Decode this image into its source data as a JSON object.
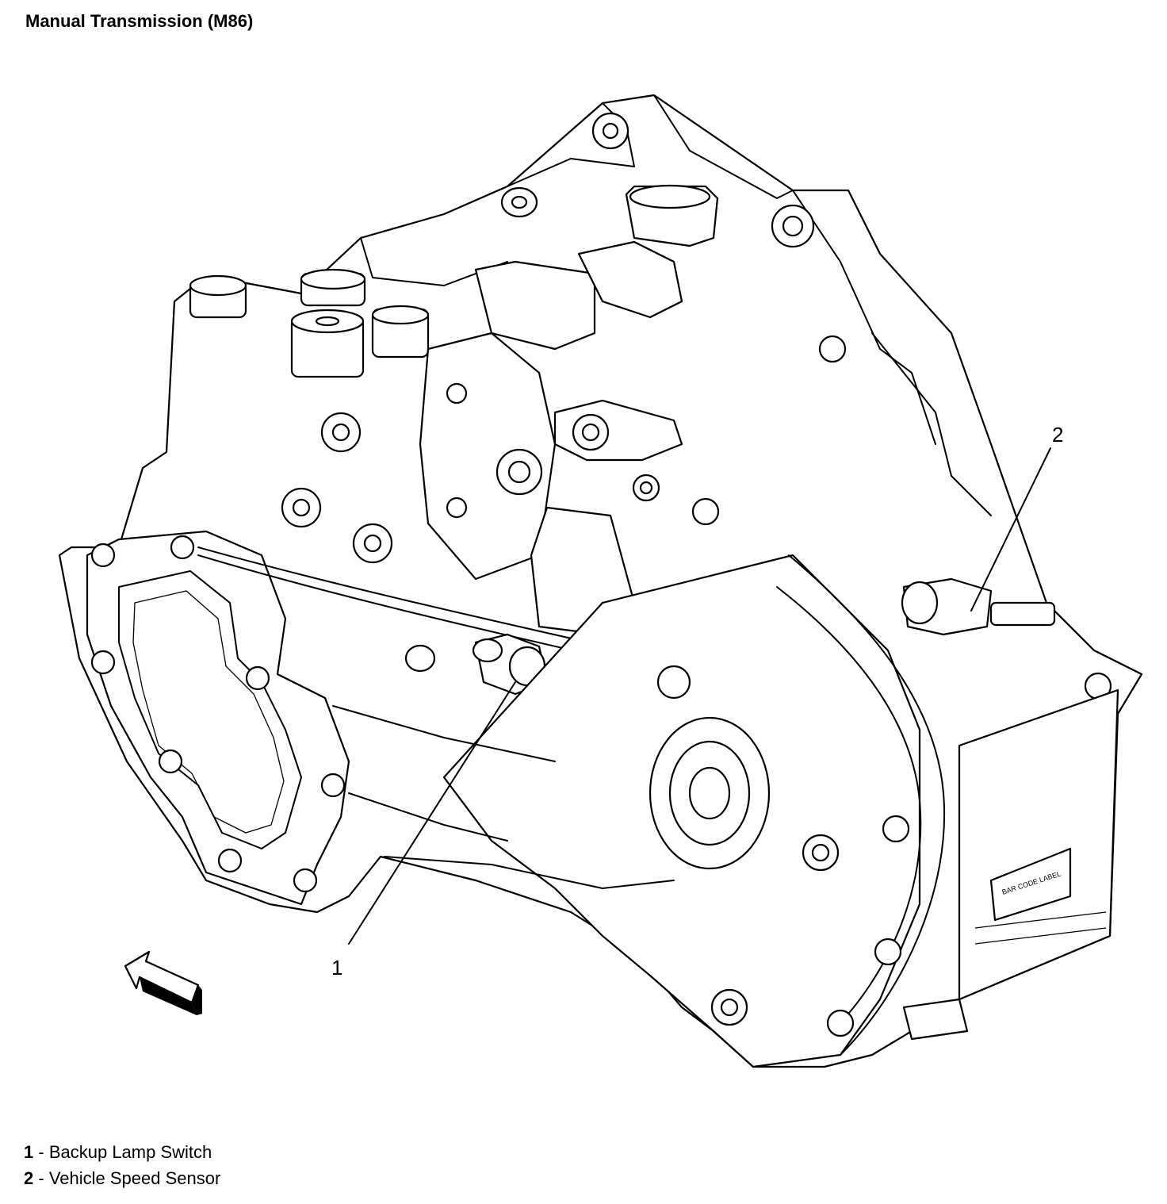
{
  "title": "Manual Transmission (M86)",
  "callouts": [
    {
      "number": "1",
      "label": "Backup Lamp Switch"
    },
    {
      "number": "2",
      "label": "Vehicle Speed Sensor"
    }
  ],
  "label_text": "BAR CODE LABEL",
  "icons": {
    "direction_arrow": "arrow-left-icon"
  },
  "colors": {
    "ink": "#000000",
    "background": "#ffffff"
  }
}
